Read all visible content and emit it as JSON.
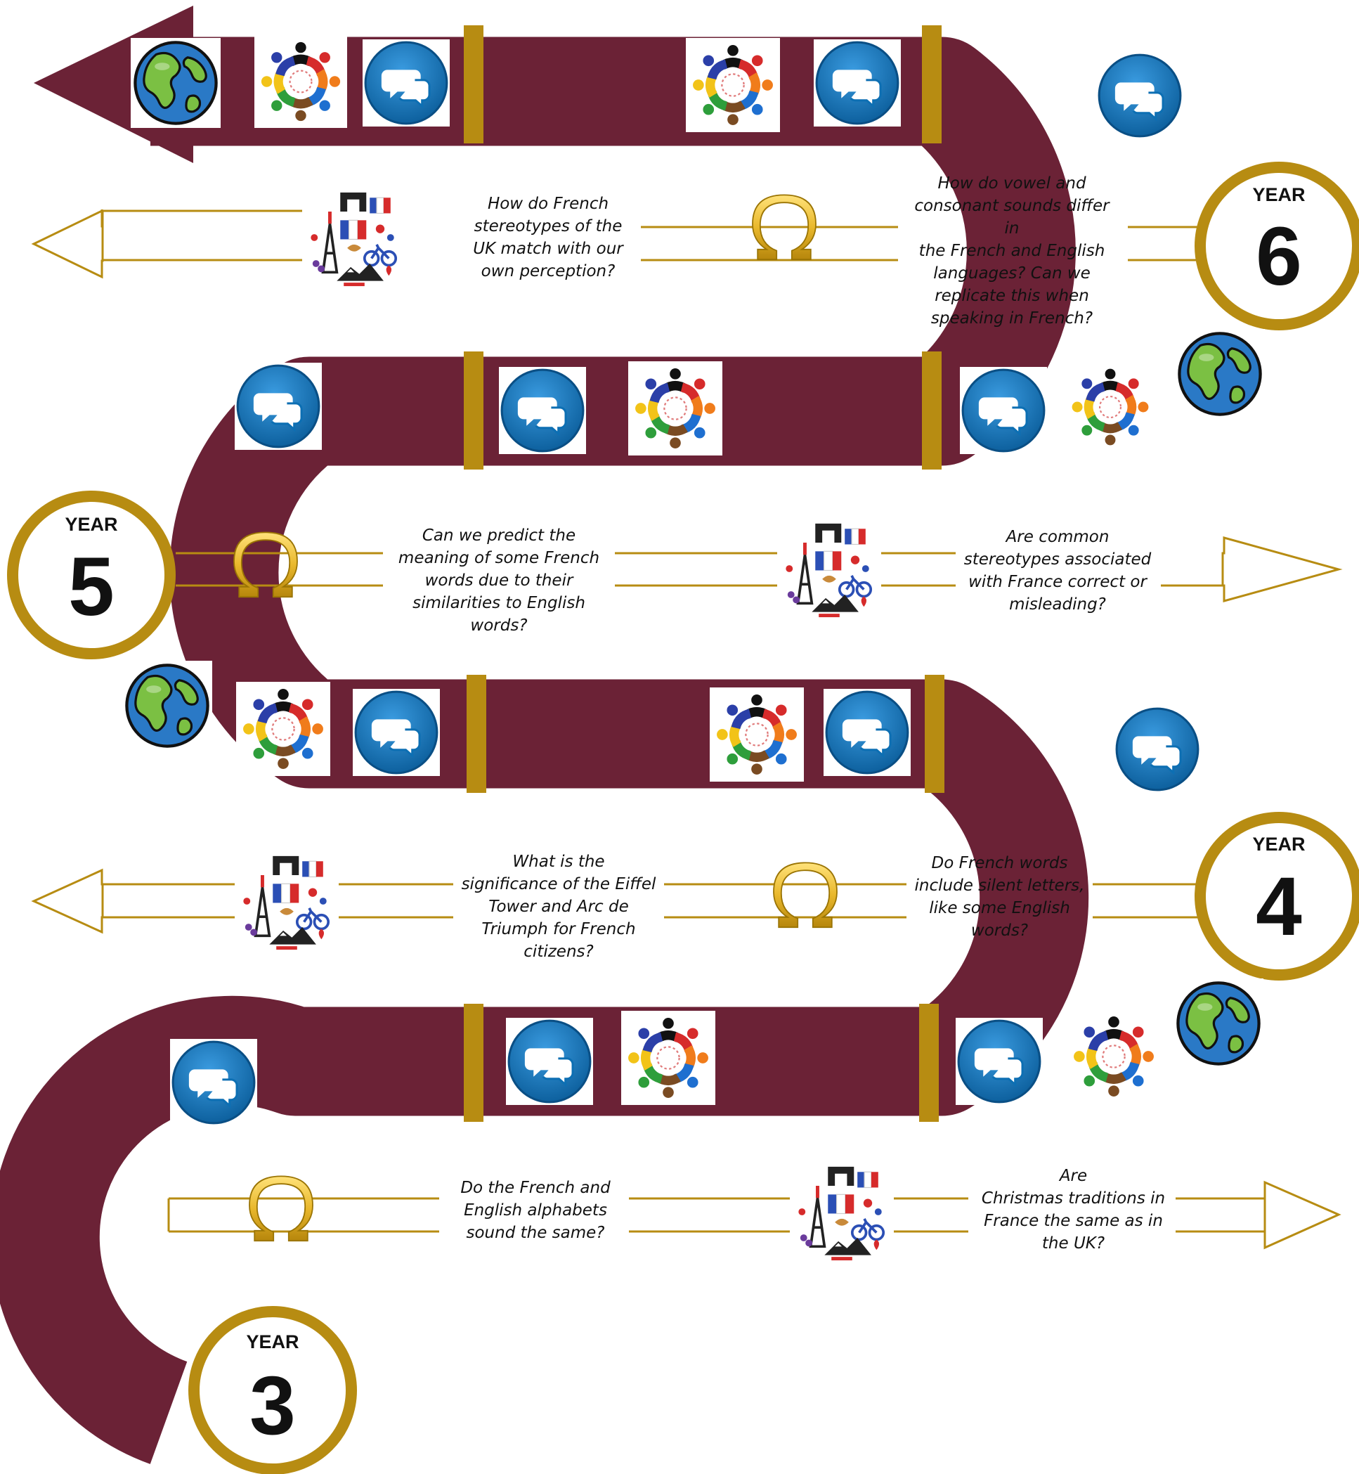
{
  "colors": {
    "road": "#6b2236",
    "gold": "#b78c12",
    "gold_dark": "#9a7404",
    "gold_light": "#f0c73b",
    "speech_blue": "#0d6fb3",
    "globe_sea": "#2a79c6",
    "globe_land": "#7bc043"
  },
  "years": [
    {
      "label": "YEAR",
      "number": "3"
    },
    {
      "label": "YEAR",
      "number": "4"
    },
    {
      "label": "YEAR",
      "number": "5"
    },
    {
      "label": "YEAR",
      "number": "6"
    }
  ],
  "questions": {
    "y6_culture": "How do French\nstereotypes of  the\nUK match with our\nown perception?",
    "y6_language": "How do vowel and\nconsonant sounds differ in\nthe French and English\nlanguages? Can we\nreplicate this when\nspeaking in French?",
    "y5_language": "Can we predict the\nmeaning of some French\nwords due to their\nsimilarities to English\nwords?",
    "y5_culture": "Are common\nstereotypes associated\nwith France correct or\nmisleading?",
    "y4_culture": "What is the\nsignificance of the Eiffel\nTower and Arc de\nTriumph for French\ncitizens?",
    "y4_language": "Do French words\ninclude silent letters,\nlike some English\nwords?",
    "y3_language": "Do the French and\nEnglish alphabets\nsound the same?",
    "y3_culture": "Are\nChristmas traditions in\nFrance the same as in\nthe UK?"
  },
  "icons": [
    "globe-icon",
    "diversity-people-icon",
    "speech-bubble-icon",
    "omega-icon",
    "france-collage-icon"
  ]
}
